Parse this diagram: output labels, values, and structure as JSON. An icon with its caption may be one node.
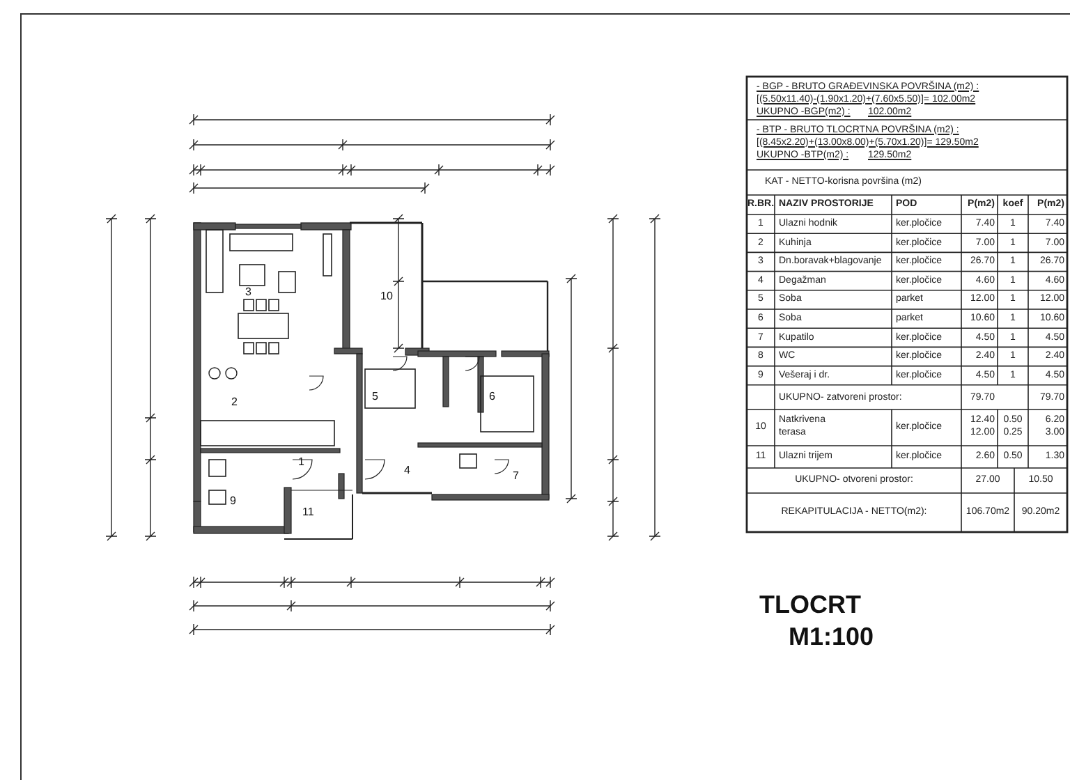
{
  "diagram": {
    "title": "TLOCRT",
    "labels": [
      "- BGP - BRUTO GRAĐEVINSKA POVRŠINA (m2) :",
      "[(5.50x11.40)-(1.90x1.20)+(7.60x5.50)]= 102.00m2",
      "UKUPNO -BGP(m2) :",
      "102.00m2",
      "- BTP - BRUTO TLOCRTNA POVRŠINA (m2) :",
      "[(8.45x2.20)+(13.00x8.00)+(5.70x1.20)]= 129.50m2",
      "UKUPNO -BTP(m2) :",
      "129.50m2",
      "KAT - NETTO-korisna površina (m2)",
      "R.BR.",
      "NAZIV PROSTORIJE",
      "POD",
      "P(m2)",
      "koef",
      "P(m2)",
      "1",
      "Ulazni hodnik",
      "ker.pločice",
      "7.40",
      "1",
      "7.40",
      "2",
      "Kuhinja",
      "ker.pločice",
      "7.00",
      "1",
      "7.00",
      "3",
      "Dn.boravak+blagovanje",
      "ker.pločice",
      "26.70",
      "1",
      "26.70",
      "4",
      "Degažman",
      "ker.pločice",
      "4.60",
      "1",
      "4.60",
      "5",
      "Soba",
      "parket",
      "12.00",
      "1",
      "12.00",
      "6",
      "Soba",
      "parket",
      "10.60",
      "1",
      "10.60",
      "7",
      "Kupatilo",
      "ker.pločice",
      "4.50",
      "1",
      "4.50",
      "8",
      "WC",
      "ker.pločice",
      "2.40",
      "1",
      "2.40",
      "9",
      "Vešeraj i dr.",
      "ker.pločice",
      "4.50",
      "1",
      "4.50",
      "UKUPNO- zatvoreni prostor:",
      "79.70",
      "79.70",
      "10",
      "Natkrivena terasa",
      "ker.pločice",
      "12.40 12.00",
      "0.50 0.25",
      "6.20 3.00",
      "11",
      "Ulazni trijem",
      "ker.pločice",
      "2.60",
      "0.50",
      "1.30",
      "UKUPNO- otvoreni prostor:",
      "27.00",
      "10.50",
      "REKAPITULACIJA - NETTO(m2):",
      "106.70m2",
      "90.20m2",
      "M1:100",
      "3",
      "10",
      "2",
      "5",
      "6",
      "1",
      "4",
      "7",
      "9",
      "11"
    ]
  }
}
